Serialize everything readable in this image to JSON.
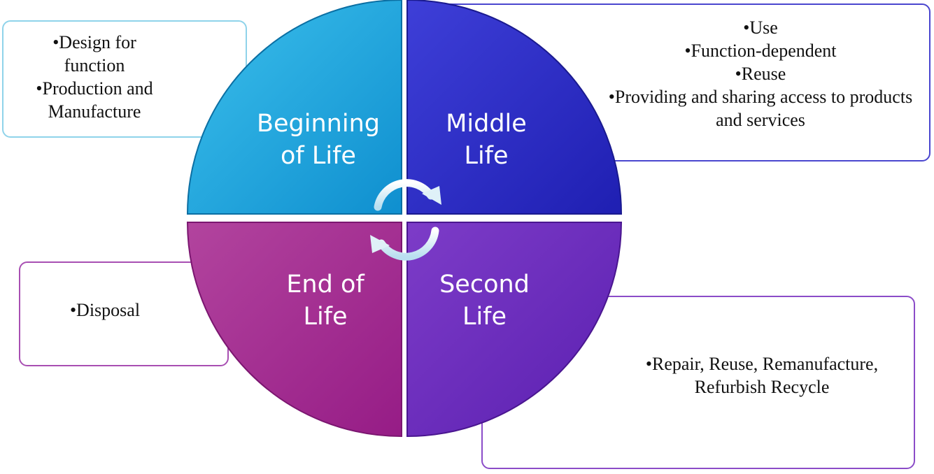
{
  "quadrants": {
    "beginning": {
      "line1": "Beginning",
      "line2": "of Life",
      "color": "#1fa6da"
    },
    "middle": {
      "line1": "Middle",
      "line2": "Life",
      "color": "#2d2fc7"
    },
    "end": {
      "line1": "End of",
      "line2": "Life",
      "color": "#a7268f"
    },
    "second": {
      "line1": "Second",
      "line2": "Life",
      "color": "#6f2ec0"
    }
  },
  "boxes": {
    "beginning": [
      "•Design for function",
      "•Production and Manufacture"
    ],
    "middle": [
      "•Use",
      "•Function-dependent",
      "•Reuse",
      "•Providing and sharing access to products and services"
    ],
    "end": [
      "•Disposal"
    ],
    "second": [
      "•Repair, Reuse, Remanufacture, Refurbish Recycle"
    ]
  },
  "cycle_icon": "circular-arrows-icon"
}
